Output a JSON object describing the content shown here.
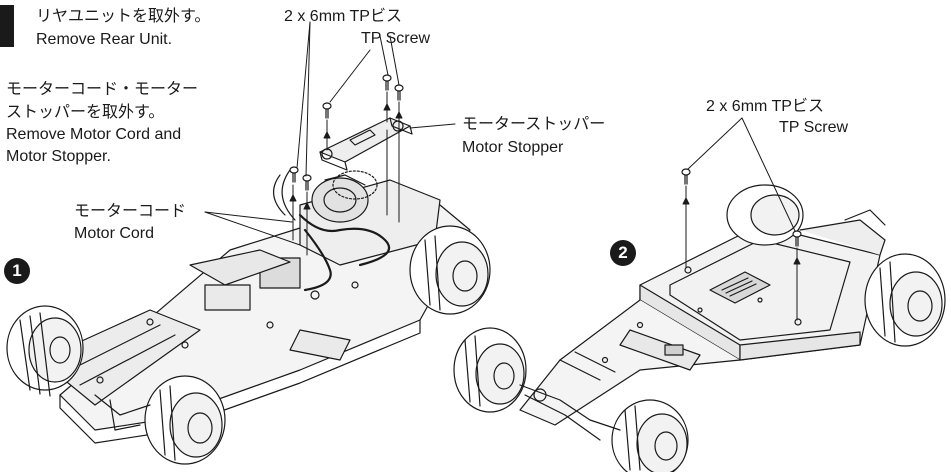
{
  "step": {
    "title_jp": "リヤユニットを取外す。",
    "title_en": "Remove Rear Unit."
  },
  "instruction": {
    "line1_jp": "モーターコード・モーター",
    "line2_jp": "ストッパーを取外す。",
    "line3_en": "Remove Motor Cord and",
    "line4_en": "Motor Stopper."
  },
  "labels": {
    "screw_top_jp": "2 x 6mm TPビス",
    "screw_top_en": "TP Screw",
    "motor_stopper_jp": "モーターストッパー",
    "motor_stopper_en": "Motor Stopper",
    "motor_cord_jp": "モーターコード",
    "motor_cord_en": "Motor Cord",
    "screw_right_jp": "2 x 6mm TPビス",
    "screw_right_en": "TP Screw"
  },
  "markers": {
    "one": "1",
    "two": "2"
  }
}
